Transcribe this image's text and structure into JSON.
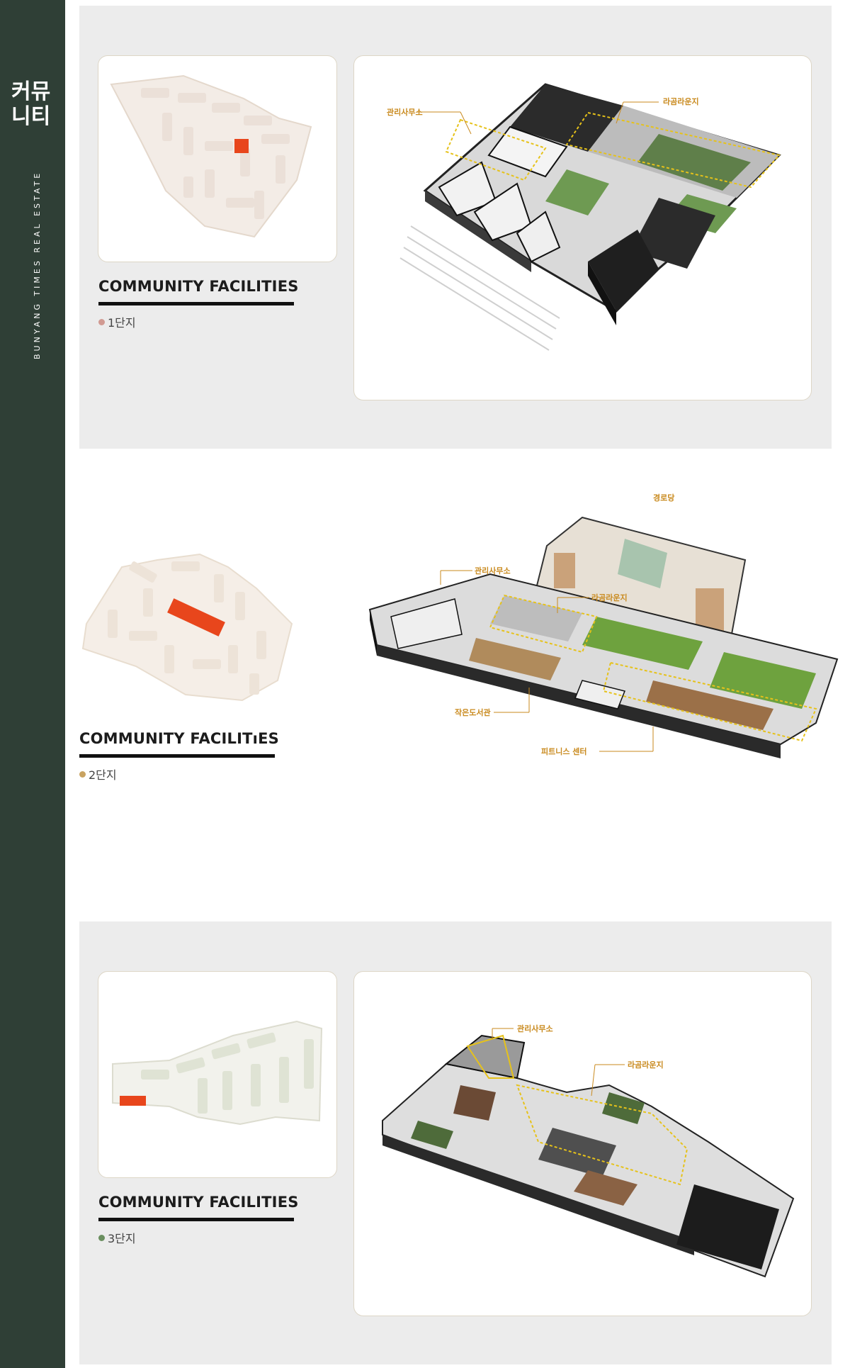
{
  "sidebar": {
    "title": "커뮤\n니티",
    "subtitle": "BUNYANG TIMES REAL ESTATE"
  },
  "colors": {
    "sidebar": "#2f3f36",
    "accent": "#e8461c",
    "callout": "#c98a1e",
    "panel": "#ececec",
    "dot_1": "#d19a92",
    "dot_2": "#c9a361",
    "dot_3": "#6a8f5f"
  },
  "sections": [
    {
      "heading": "COMMUNITY FACILITIES",
      "complex": "1단지",
      "callouts": [
        "관리사무소",
        "라곰라운지"
      ]
    },
    {
      "heading": "COMMUNITY FACILITıES",
      "complex": "2단지",
      "callouts": [
        "경로당",
        "관리사무소",
        "라곰라운지",
        "작은도서관",
        "피트니스 센터"
      ]
    },
    {
      "heading": "COMMUNITY FACILITIES",
      "complex": "3단지",
      "callouts": [
        "관리사무소",
        "라곰라운지"
      ]
    }
  ]
}
